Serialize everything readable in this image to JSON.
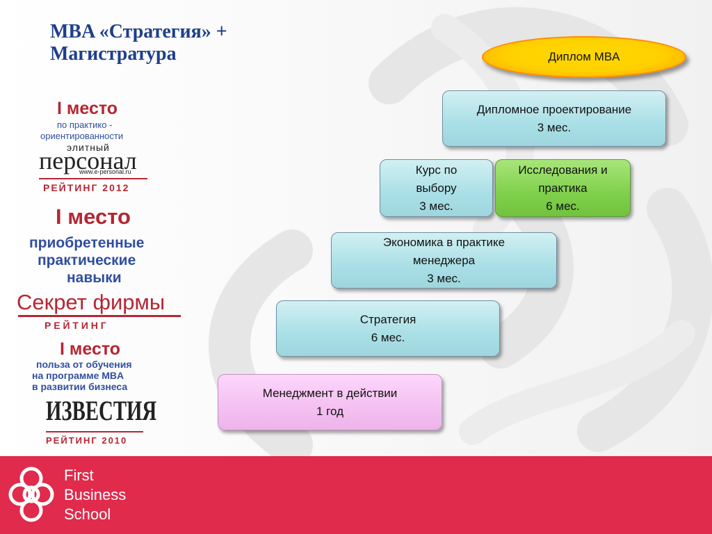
{
  "slide": {
    "title_line1": "MBA «Стратегия» +",
    "title_line2": "Магистратура"
  },
  "ratings": {
    "personal": {
      "place": "I место",
      "category_line1": "по практико -",
      "category_line2": "ориентированности",
      "brand_top": "элитный",
      "brand": "персонал",
      "website": "www.e-personal.ru",
      "rating": "РЕЙТИНГ 2012"
    },
    "secret_firmy": {
      "place": "I место",
      "category_line1": "приобретенные",
      "category_line2": "практические",
      "category_line3": "навыки",
      "brand": "Секрет фирмы",
      "rating": "Р Е Й Т И Н Г"
    },
    "izvestia": {
      "place": "I место",
      "category_line1": "польза от обучения",
      "category_line2": "на программе MBA",
      "category_line3": "в развитии бизнеса",
      "brand": "ИЗВЕСТИЯ",
      "rating": "РЕЙТИНГ 2010"
    }
  },
  "program": {
    "diploma": "Диплом MBA",
    "stages": [
      {
        "line1": "Дипломное проектирование",
        "line2": "3 мес."
      },
      {
        "line1": "Курс по",
        "line2": "выбору",
        "line3": "3 мес."
      },
      {
        "line1": "Исследования и",
        "line2": "практика",
        "line3": "6 мес."
      },
      {
        "line1": "Экономика в практике",
        "line2": "менеджера",
        "line3": "3 мес."
      },
      {
        "line1": "Стратегия",
        "line2": "6 мес."
      },
      {
        "line1": "Менеджмент в действии",
        "line2": "1 год"
      }
    ]
  },
  "footer": {
    "brand_line1": "First",
    "brand_line2": "Business",
    "brand_line3": "School"
  },
  "colors": {
    "title": "#1f3f8a",
    "footer": "#e02b4c",
    "rating_red": "#b52633",
    "rating_blue": "#2f4ea0",
    "stage_teal": "#a9dfe6",
    "stage_green": "#7fd04b",
    "stage_pink": "#f4c0f1",
    "diploma_yellow": "#ffd000"
  }
}
